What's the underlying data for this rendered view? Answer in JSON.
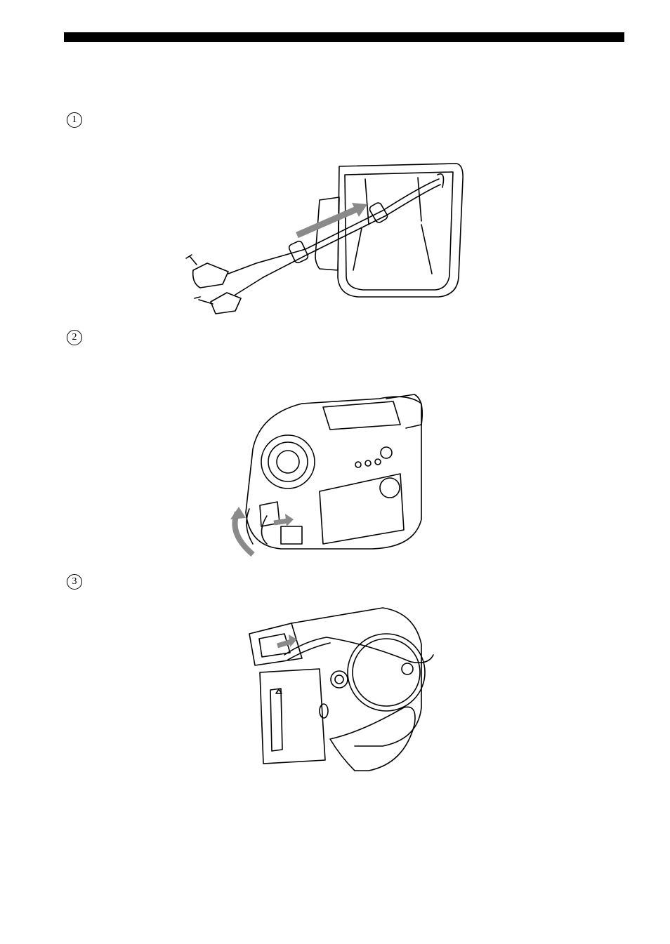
{
  "steps": [
    {
      "number": "1",
      "icon": "cable-through-strap-illustration"
    },
    {
      "number": "2",
      "icon": "camcorder-jack-connection-illustration"
    },
    {
      "number": "3",
      "icon": "camcorder-rear-connection-illustration"
    }
  ],
  "colors": {
    "ink": "#000000",
    "arrow": "#8a8a8a",
    "paper": "#ffffff"
  }
}
